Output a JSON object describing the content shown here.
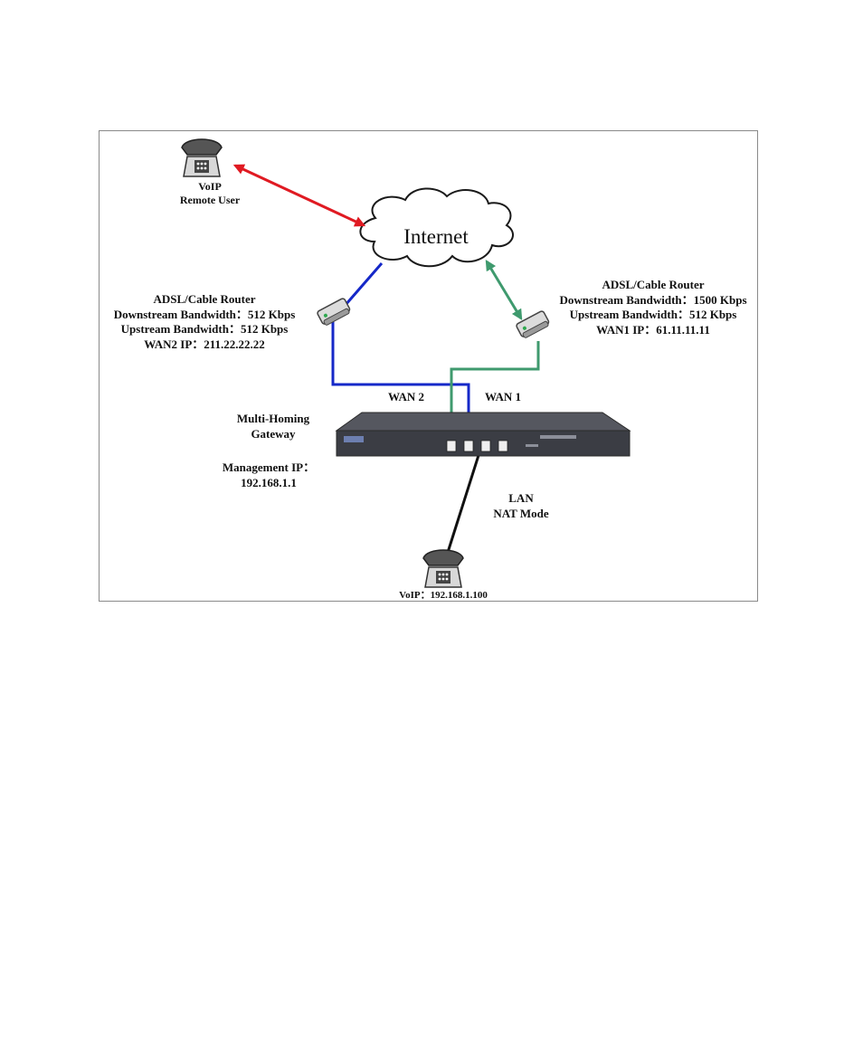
{
  "colors": {
    "remote_link": "#e01a22",
    "wan2_link": "#1528c8",
    "wan1_link": "#3f9a6e",
    "lan_link": "#111111",
    "gateway_body": "#3b3d44",
    "frame_border": "#8a8a8a"
  },
  "remote_phone": {
    "icon": "phone-icon",
    "label_lines": [
      "VoIP",
      "Remote User"
    ]
  },
  "internet": {
    "icon": "cloud-icon",
    "label": "Internet"
  },
  "router_wan2": {
    "icon": "router-icon",
    "label_lines": [
      "ADSL/Cable Router",
      "Downstream Bandwidth：512 Kbps",
      "Upstream Bandwidth：512 Kbps",
      "WAN2 IP：211.22.22.22"
    ]
  },
  "router_wan1": {
    "icon": "router-icon",
    "label_lines": [
      "ADSL/Cable Router",
      "Downstream Bandwidth：1500 Kbps",
      "Upstream Bandwidth：512 Kbps",
      "WAN1 IP：61.11.11.11"
    ]
  },
  "links": {
    "wan2_label": "WAN 2",
    "wan1_label": "WAN 1",
    "lan_label_lines": [
      "LAN",
      "NAT Mode"
    ]
  },
  "gateway": {
    "icon": "gateway-device-icon",
    "name_lines": [
      "Multi-Homing",
      "Gateway"
    ],
    "management_lines": [
      "Management IP：",
      "192.168.1.1"
    ]
  },
  "local_phone": {
    "icon": "phone-icon",
    "label": "VoIP：192.168.1.100"
  }
}
